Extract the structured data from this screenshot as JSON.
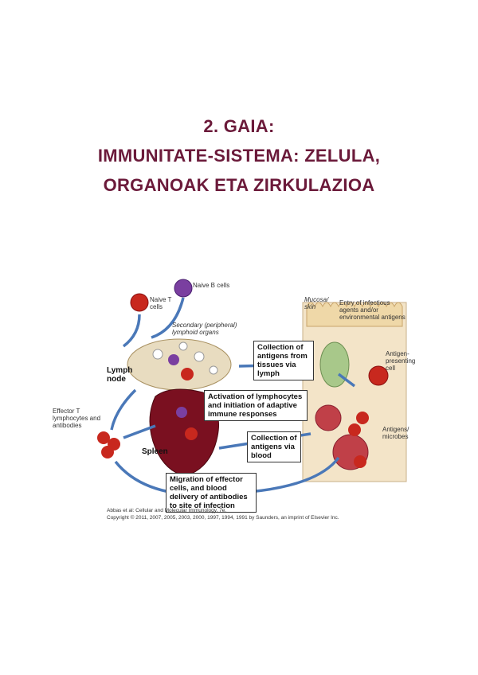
{
  "heading": {
    "line1": "2. GAIA:",
    "line2": "IMMUNITATE-SISTEMA: ZELULA,",
    "line3": "ORGANOAK ETA ZIRKULAZIOA"
  },
  "figure": {
    "labels": {
      "naive_b": "Naive B cells",
      "naive_t": "Naive T cells",
      "secondary": "Secondary (peripheral) lymphoid organs",
      "lymph_node": "Lymph node",
      "effector": "Effector T lymphocytes and antibodies",
      "spleen": "Spleen",
      "mucosa": "Mucosa/ skin",
      "entry": "Entry of infectious agents and/or environmental antigens",
      "apc": "Antigen-presenting cell",
      "antigens": "Antigens/ microbes"
    },
    "boxes": {
      "collection_lymph": "Collection of antigens from tissues via lymph",
      "activation": "Activation of lymphocytes and initiation of adaptive immune responses",
      "collection_blood": "Collection of antigens via blood",
      "migration": "Migration of effector cells, and blood delivery of antibodies to site of infection"
    },
    "caption": {
      "line1": "Abbas et al: Cellular and Molecular Immunology, 7e.",
      "line2": "Copyright © 2011, 2007, 2005, 2003, 2000, 1997, 1994, 1991 by Saunders, an imprint of Elsevier Inc."
    }
  },
  "colors": {
    "title": "#6b1a3a",
    "arrow": "#4a78b8",
    "t_cell": "#c8281e",
    "b_cell": "#7a3fa0",
    "spleen": "#7a1020",
    "tissue": "#f3e4c8"
  }
}
